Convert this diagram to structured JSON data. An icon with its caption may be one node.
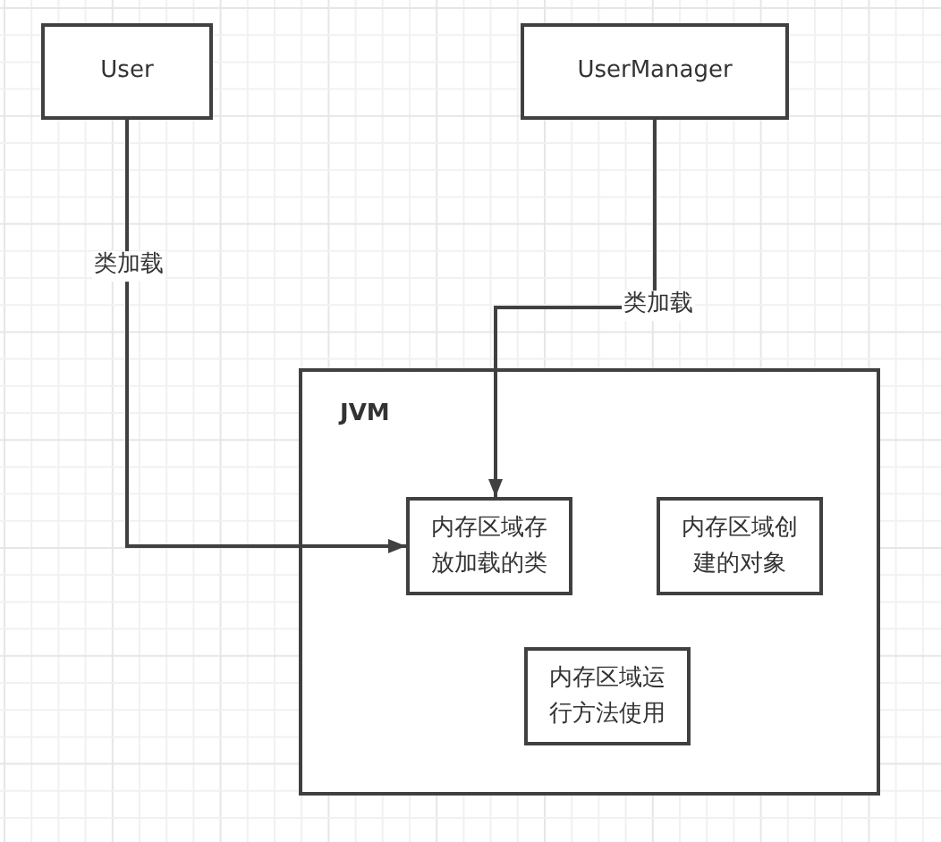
{
  "diagram": {
    "nodes": [
      {
        "text": [
          "User"
        ]
      },
      {
        "text": [
          "UserManager"
        ]
      },
      {
        "text": [
          "JVM"
        ]
      },
      {
        "text": [
          "内存区域存放加载的类"
        ],
        "in": 2
      },
      {
        "text": [
          "内存区域创建的对象"
        ],
        "in": 2
      },
      {
        "text": [
          "内存区域运行方法使用"
        ],
        "in": 2
      }
    ],
    "edges": [
      {
        "from": 0,
        "to": 3,
        "arrow": "to",
        "label": "类加载"
      },
      {
        "from": 1,
        "to": 3,
        "arrow": "to",
        "label": "类加载"
      }
    ]
  }
}
